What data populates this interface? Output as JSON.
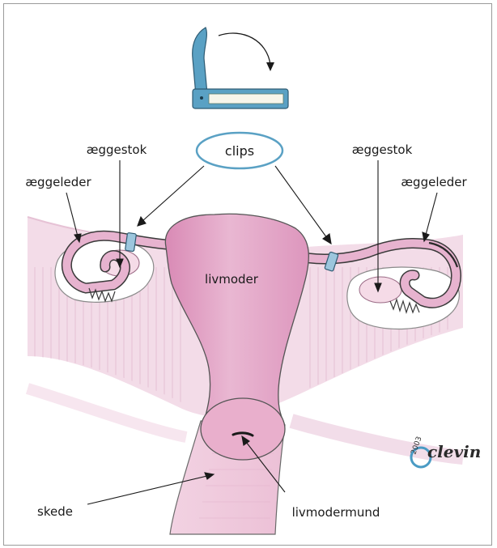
{
  "labels": {
    "clips": "clips",
    "ovary_left": "æggestok",
    "ovary_right": "æggestok",
    "tube_left": "æggeleder",
    "tube_right": "æggeleder",
    "uterus": "livmoder",
    "vagina": "skede",
    "cervix": "livmodermund"
  },
  "watermark": {
    "year": "2003",
    "brand": "clevin"
  },
  "colors": {
    "tissue_pink": "#e7b3cf",
    "tissue_dark": "#d48ab3",
    "background_pink": "#f3dce8",
    "clip_blue": "#5aa1c4",
    "outline": "#3a3a3a"
  }
}
